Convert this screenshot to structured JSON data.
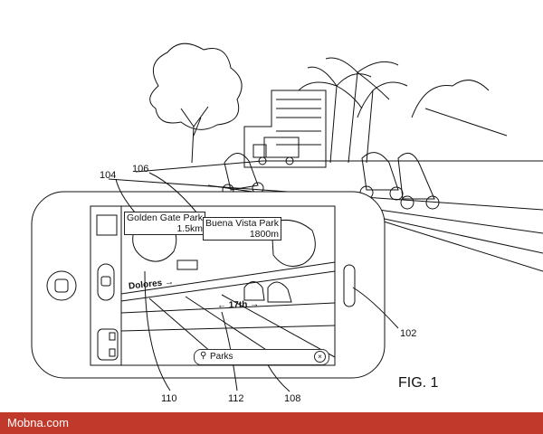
{
  "figure": {
    "caption": "FIG. 1",
    "reference_numerals": {
      "r104": "104",
      "r106": "106",
      "r102": "102",
      "r110": "110",
      "r112": "112",
      "r108": "108"
    }
  },
  "overlay": {
    "callouts": [
      {
        "name": "Golden Gate Park",
        "distance": "1.5km"
      },
      {
        "name": "Buena Vista Park",
        "distance": "1800m"
      }
    ],
    "streets": {
      "dolores": "Dolores",
      "seventeenth": "17th"
    },
    "search": {
      "text": "Parks",
      "icon": "search-icon",
      "clear_icon": "clear-icon"
    }
  },
  "footer": {
    "watermark": "Mobna.com",
    "color": "#c0392b"
  }
}
